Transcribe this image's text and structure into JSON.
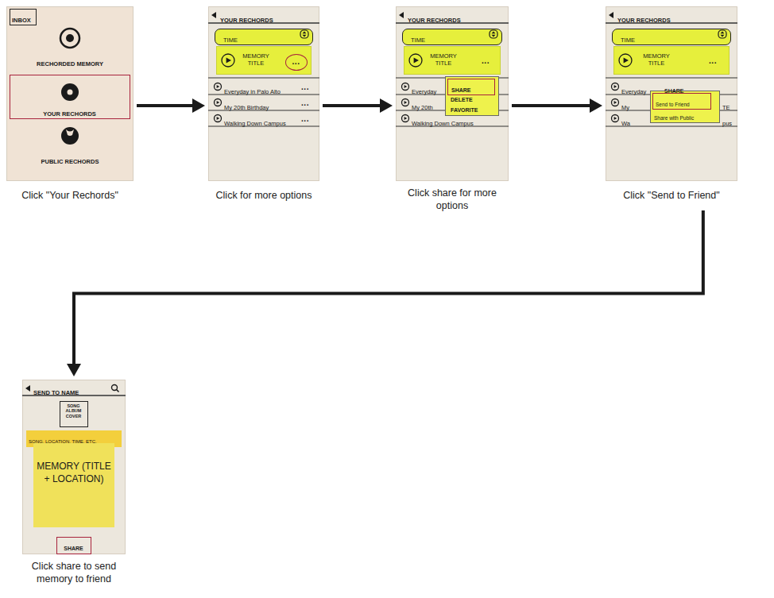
{
  "diagram": {
    "nodes": [
      {
        "text": [
          "Click \"Your Rechords\""
        ]
      },
      {
        "text": [
          "INBOX"
        ],
        "in": 0
      },
      {
        "text": [
          "YOUR RECHORDS"
        ],
        "in": 0
      },
      {
        "text": [
          "Click for more options"
        ]
      },
      {
        "text": [
          "TIME"
        ],
        "in": 3
      },
      {
        "text": [
          "MEMORY TITLE"
        ],
        "in": 3
      },
      {
        "text": [
          "···"
        ],
        "in": 5
      },
      {
        "text": [
          "Click share for more options"
        ]
      },
      {
        "text": [
          "TIME"
        ],
        "in": 7
      },
      {
        "text": [
          "MEMORY TITLE",
          "···"
        ],
        "in": 7
      },
      {
        "text": [
          "DELETE",
          "FAVORITE"
        ],
        "in": 7
      },
      {
        "text": [
          "SHARE"
        ],
        "in": 10
      },
      {
        "text": [
          "Click \"Send to Friend\""
        ]
      },
      {
        "text": [
          "TIME"
        ],
        "in": 12
      },
      {
        "text": [
          "MEMORY TITLE",
          "···"
        ],
        "in": 12
      },
      {
        "text": [
          "Share with Public"
        ],
        "in": 12
      },
      {
        "text": [
          "Send to Friend"
        ],
        "in": 15
      },
      {
        "text": [
          "Click share to send memory to friend"
        ]
      },
      {
        "text": [
          "SONG ALBUM COVER"
        ],
        "in": 17
      },
      {
        "text": [
          "SONG, LOCATION, TIME, ETC."
        ],
        "in": 17
      },
      {
        "text": [
          "MEMORY (TITLE + LOCATION)"
        ],
        "in": 17
      },
      {
        "text": [
          "SHARE"
        ],
        "in": 17
      }
    ],
    "edges": [
      {
        "from": 0,
        "to": 3,
        "arrow": "to"
      },
      {
        "from": 3,
        "to": 7,
        "arrow": "to"
      },
      {
        "from": 7,
        "to": 12,
        "arrow": "to"
      },
      {
        "from": 12,
        "to": 17,
        "arrow": "to"
      }
    ],
    "labels": [
      "RECHORDED MEMORY",
      "PUBLIC RECHORDS",
      "YOUR RECHORDS",
      "Everyday in Palo Alto",
      "···",
      "My 20th Birthday",
      "···",
      "Walking Down Campus",
      "···",
      "YOUR RECHORDS",
      "Everyday",
      "My 20th",
      "Walking Down Campus",
      "YOUR RECHORDS",
      "Everyday",
      "SHARE",
      "My",
      "TE",
      "Wa",
      "pus",
      "SEND TO NAME"
    ]
  }
}
